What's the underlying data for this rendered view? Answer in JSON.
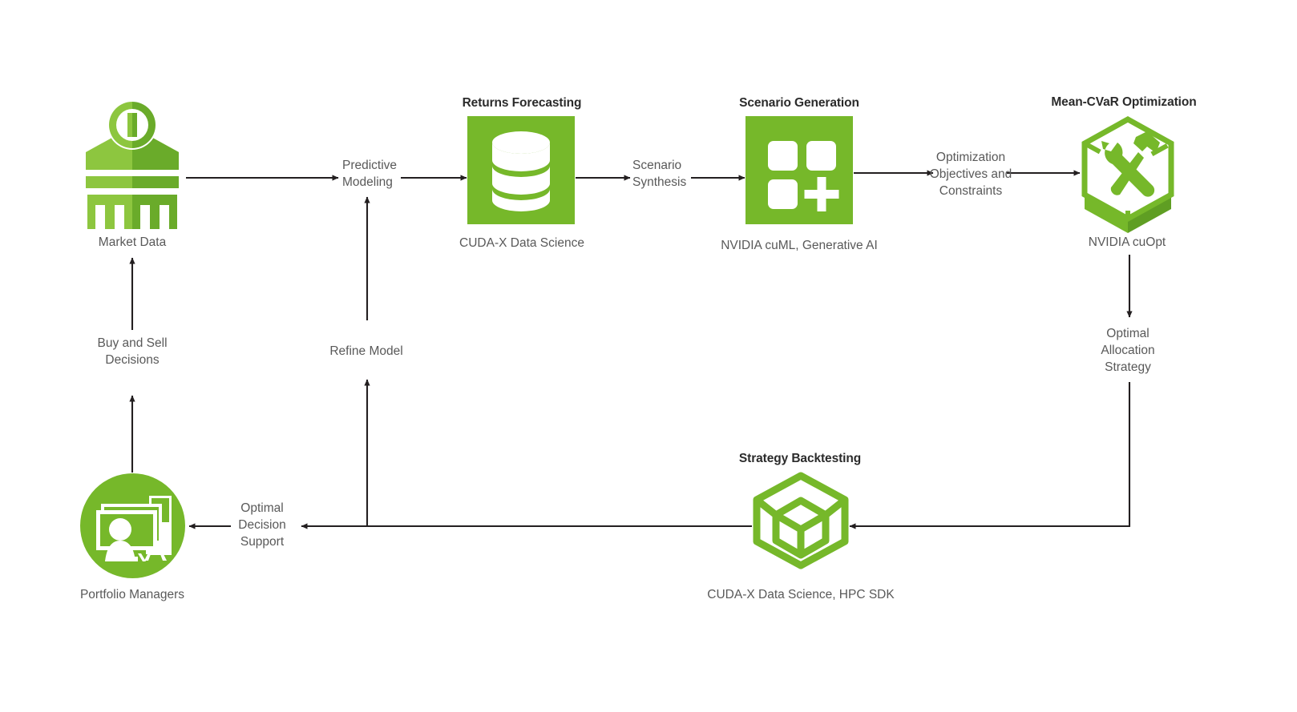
{
  "diagram": {
    "title": "Portfolio Optimization Workflow",
    "background": "#ffffff",
    "colors": {
      "brand_green": "#76b82a",
      "green_light": "#8dc63f",
      "green_dark": "#6aab2a",
      "arrow": "#231f20",
      "title_text": "#2b2b2b",
      "caption_text": "#595959"
    }
  },
  "nodes": [
    {
      "id": "market-data",
      "title": "",
      "caption": "Market Data",
      "icon": "bank-building-icon"
    },
    {
      "id": "returns-forecasting",
      "title": "Returns Forecasting",
      "caption": "CUDA-X Data Science",
      "icon": "database-icon"
    },
    {
      "id": "scenario-generation",
      "title": "Scenario Generation",
      "caption": "NVIDIA cuML, Generative AI",
      "icon": "apps-grid-plus-icon"
    },
    {
      "id": "mean-cvar-optimization",
      "title": "Mean-CVaR Optimization",
      "caption": "NVIDIA cuOpt",
      "icon": "cube-tools-icon"
    },
    {
      "id": "strategy-backtesting",
      "title": "Strategy Backtesting",
      "caption": "CUDA-X Data Science, HPC SDK",
      "icon": "nested-cube-icon"
    },
    {
      "id": "portfolio-managers",
      "title": "",
      "caption": "Portfolio Managers",
      "icon": "person-at-workstation-icon"
    }
  ],
  "edges": [
    {
      "id": "predictive-modeling",
      "lines": [
        "Predictive",
        "Modeling"
      ]
    },
    {
      "id": "scenario-synthesis",
      "lines": [
        "Scenario",
        "Synthesis"
      ]
    },
    {
      "id": "optimization-objectives",
      "lines": [
        "Optimization",
        "Objectives  and",
        "Constraints"
      ]
    },
    {
      "id": "optimal-allocation-strategy",
      "lines": [
        "Optimal",
        "Allocation",
        "Strategy"
      ]
    },
    {
      "id": "optimal-decision-support",
      "lines": [
        "Optimal",
        "Decision",
        "Support"
      ]
    },
    {
      "id": "refine-model",
      "lines": [
        "Refine Model"
      ]
    },
    {
      "id": "buy-and-sell-decisions",
      "lines": [
        "Buy and Sell",
        "Decisions"
      ]
    }
  ]
}
